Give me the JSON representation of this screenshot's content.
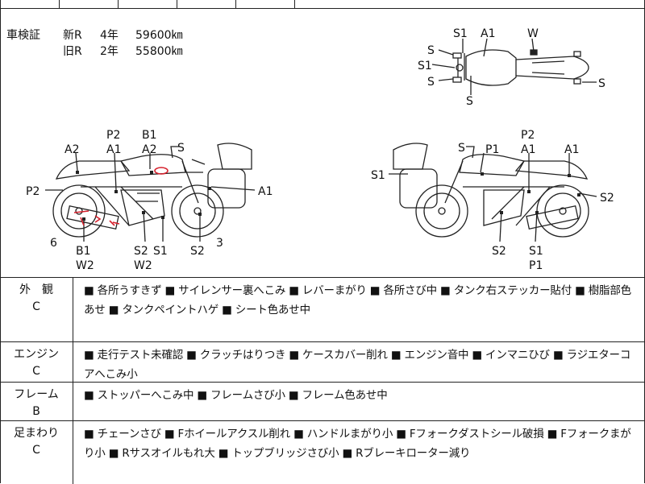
{
  "inspection": {
    "label": "車検証",
    "rows": [
      {
        "type": "新R",
        "years": "4年",
        "km": "59600㎞"
      },
      {
        "type": "旧R",
        "years": "2年",
        "km": "55800㎞"
      }
    ]
  },
  "diagram_labels": {
    "top_view": [
      "S1",
      "A1",
      "W",
      "S",
      "S1",
      "S",
      "S",
      "S"
    ],
    "left_side": [
      "P2",
      "A1",
      "B1",
      "A2",
      "S",
      "A2",
      "P2",
      "A1",
      "6",
      "B1",
      "W2",
      "S2",
      "S1",
      "W2",
      "S2",
      "3"
    ],
    "right_side": [
      "S",
      "P1",
      "P2",
      "A1",
      "A1",
      "S1",
      "S2",
      "S2",
      "S1",
      "P1"
    ]
  },
  "categories": [
    {
      "name": "外　観",
      "grade": "C",
      "text": "■ 各所うすきず ■ サイレンサー裏へこみ ■ レバーまがり ■ 各所さび中 ■ タンク右ステッカー貼付 ■ 樹脂部色あせ ■ タンクペイントハゲ ■ シート色あせ中"
    },
    {
      "name": "エンジン",
      "grade": "C",
      "text": "■ 走行テスト未確認 ■ クラッチはりつき ■ ケースカバー削れ ■ エンジン音中 ■ インマニひび ■ ラジエターコアへこみ小"
    },
    {
      "name": "フレーム",
      "grade": "B",
      "text": "■ ストッパーへこみ中 ■ フレームさび小 ■ フレーム色あせ中"
    },
    {
      "name": "足まわり",
      "grade": "C",
      "text": "■ チェーンさび ■ Fホイールアクスル削れ ■ ハンドルまがり小 ■ Fフォークダストシール破損 ■ Fフォークまがり小 ■ Rサスオイルもれ大 ■ トップブリッジさび小 ■ Rブレーキローター減り"
    }
  ]
}
